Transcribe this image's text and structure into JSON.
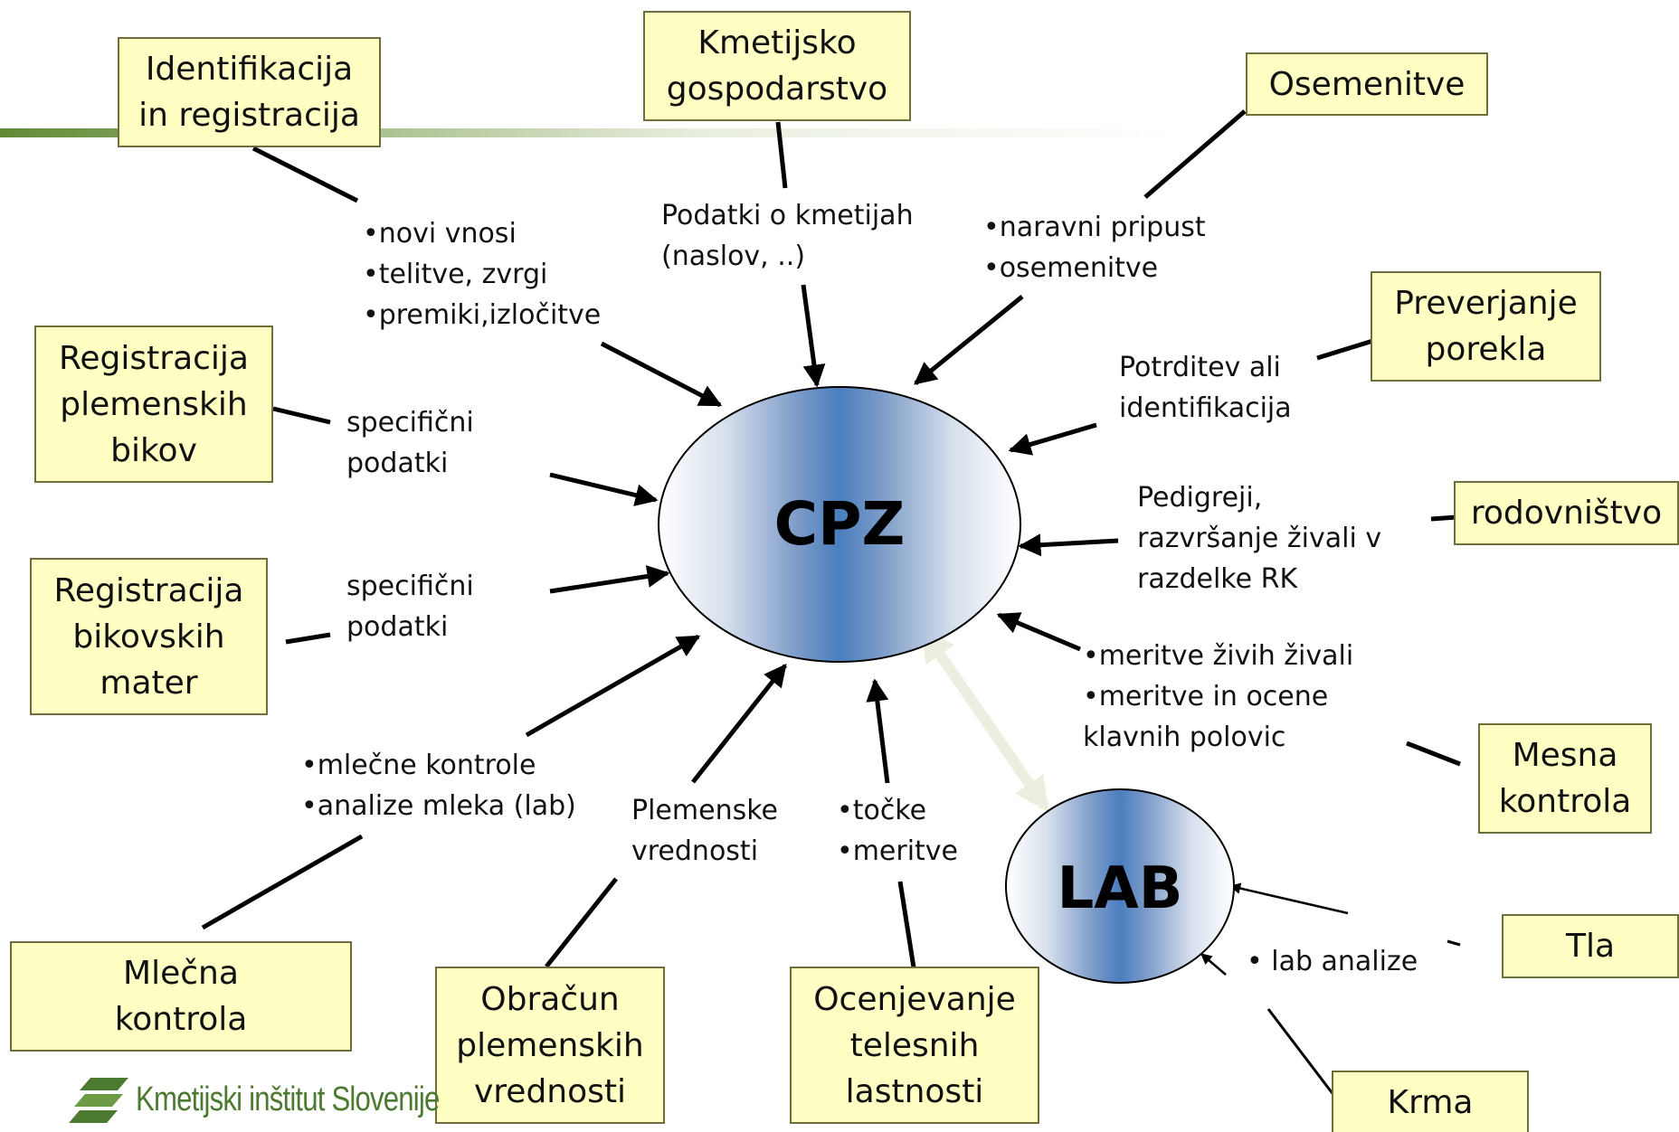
{
  "center": {
    "label": "CPZ"
  },
  "lab": {
    "label": "LAB"
  },
  "boxes": {
    "identifikacija": "Identifikacija\nin registracija",
    "kmetijsko": "Kmetijsko\ngospodarstvo",
    "osemenitve": "Osemenitve",
    "preverjanje": "Preverjanje\nporekla",
    "rodovnistvo": "rodovništvo",
    "bikov": "Registracija\nplemenskih\nbikov",
    "mater": "Registracija\nbikovskih\nmater",
    "mesna": "Mesna\nkontrola",
    "tla": "Tla",
    "krma": "Krma",
    "mlecna": "Mlečna\nkontrola",
    "obracun": "Obračun\nplemenskih\nvrednosti",
    "ocenjevanje": "Ocenjevanje\ntelesnih\nlastnosti"
  },
  "labels": {
    "vnosi": "•novi vnosi\n•telitve, zvrgi\n•premiki,izločitve",
    "kmetije": "Podatki o kmetijah\n(naslov, ..)",
    "pripust": "•naravni pripust\n•osemenitve",
    "potrditev": "Potrditev ali\nidentifikacija",
    "specificni1": "specifični\npodatki",
    "specificni2": "specifični\npodatki",
    "pedigreji": "Pedigreji,\nrazvršanje živali v\nrazdelke RK",
    "meritve": "•meritve živih živali\n•meritve in ocene\nklavnih polovic",
    "mlecne": "•mlečne kontrole\n•analize mleka (lab)",
    "plemenske": "Plemenske\nvrednosti",
    "tocke": "•točke\n•meritve",
    "lab_analize": "• lab analize"
  },
  "logo": {
    "text": "Kmetijski inštitut Slovenije"
  },
  "colors": {
    "box_fill": "#ffffc4",
    "box_border": "#6f6f3c",
    "oval_blue": "#4a7ebf",
    "logo_green": "#4c7a31"
  }
}
